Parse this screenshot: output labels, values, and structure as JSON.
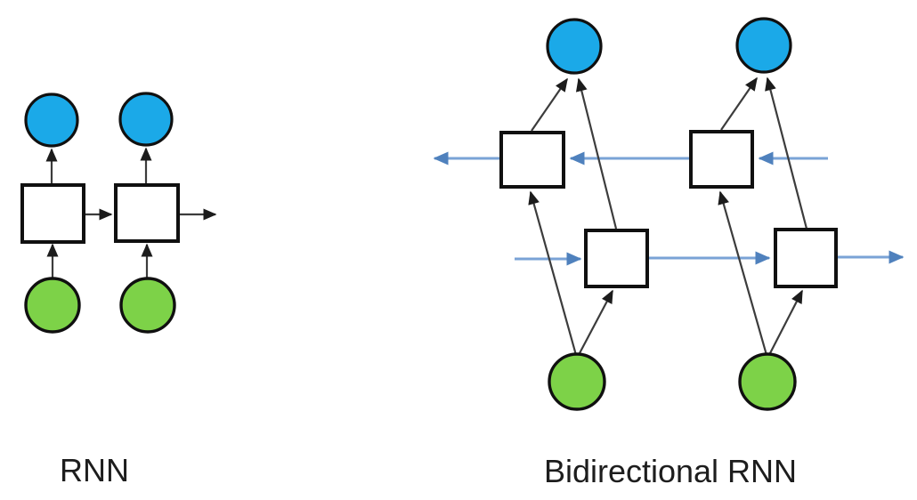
{
  "diagrams": {
    "rnn": {
      "caption": "RNN",
      "timesteps": 2,
      "node_types": [
        "input",
        "hidden",
        "output"
      ],
      "flow_direction": "left-to-right"
    },
    "bidirectional_rnn": {
      "caption": "Bidirectional RNN",
      "timesteps": 2,
      "node_types": [
        "input",
        "forward-hidden",
        "backward-hidden",
        "output"
      ],
      "flow_direction": "both"
    }
  },
  "colors": {
    "background": "#ffffff",
    "output_fill": "#1ba9e8",
    "input_fill": "#7dd248",
    "cell_fill": "#ffffff",
    "node_border": "#101010",
    "line_dark": "#3c3c3c",
    "head_dark": "#1c1c1c",
    "line_blue": "#7aa3d6",
    "head_blue": "#4f81bd",
    "caption_text": "#1d1d1d"
  }
}
